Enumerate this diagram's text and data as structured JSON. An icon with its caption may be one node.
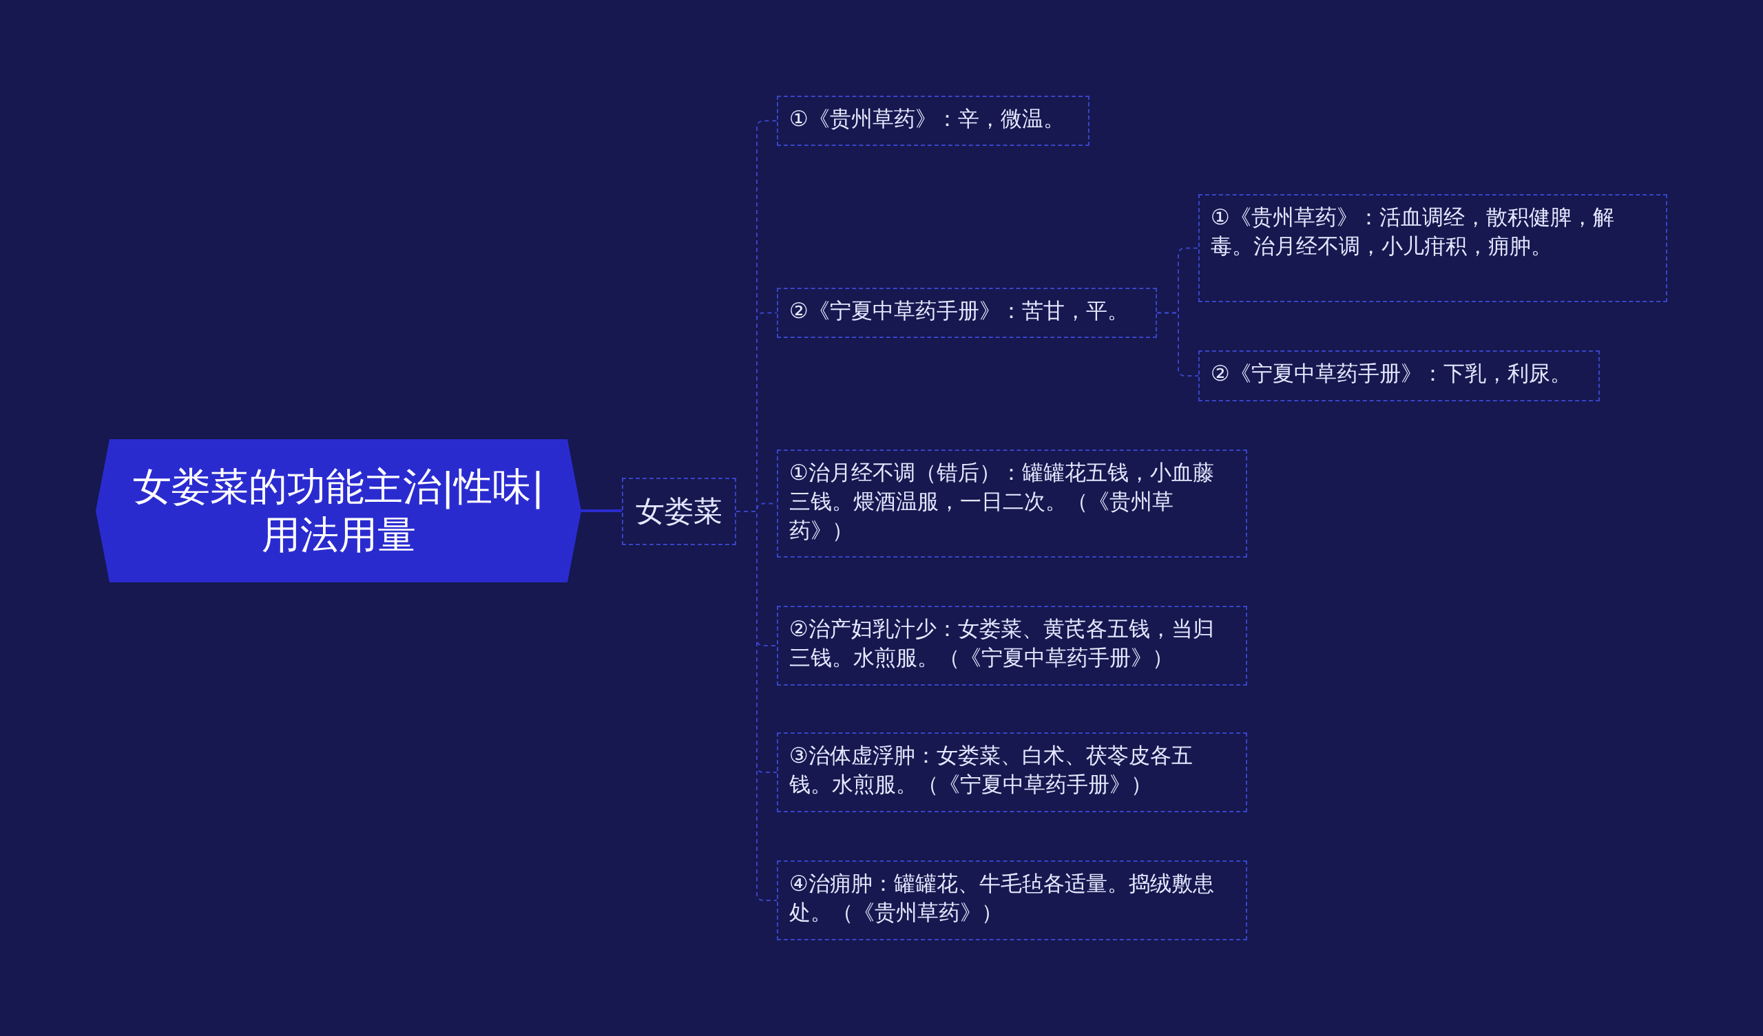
{
  "diagram": {
    "nodes": [
      {
        "text": [
          "女娄菜的功能主治|性味|用法用量"
        ]
      },
      {
        "text": [
          "女娄菜"
        ]
      },
      {
        "text": [
          "①《贵州草药》：辛，微温。"
        ]
      },
      {
        "text": [
          "②《宁夏中草药手册》：苦甘，平。"
        ]
      },
      {
        "text": [
          "①《贵州草药》：活血调经，散积健脾，解毒。治月经不调，小儿疳积，痈肿。"
        ]
      },
      {
        "text": [
          "②《宁夏中草药手册》：下乳，利尿。"
        ]
      },
      {
        "text": [
          "①治月经不调（错后）：罐罐花五钱，小血藤三钱。煨酒温服，一日二次。（《贵州草药》）"
        ]
      },
      {
        "text": [
          "②治产妇乳汁少：女娄菜、黄芪各五钱，当归三钱。水煎服。（《宁夏中草药手册》）"
        ]
      },
      {
        "text": [
          "③治体虚浮肿：女娄菜、白术、茯苓皮各五钱。水煎服。（《宁夏中草药手册》）"
        ]
      },
      {
        "text": [
          "④治痈肿：罐罐花、牛毛毡各适量。捣绒敷患处。（《贵州草药》）"
        ]
      }
    ],
    "edges": [
      {
        "from": 0,
        "to": 1,
        "arrow": "none",
        "color": "#2a2bcf"
      },
      {
        "from": 1,
        "to": 2,
        "arrow": "none",
        "style": "dashed"
      },
      {
        "from": 1,
        "to": 3,
        "arrow": "none",
        "style": "dashed"
      },
      {
        "from": 3,
        "to": 4,
        "arrow": "none",
        "style": "dashed"
      },
      {
        "from": 3,
        "to": 5,
        "arrow": "none",
        "style": "dashed"
      },
      {
        "from": 1,
        "to": 6,
        "arrow": "none",
        "style": "dashed"
      },
      {
        "from": 1,
        "to": 7,
        "arrow": "none",
        "style": "dashed"
      },
      {
        "from": 1,
        "to": 8,
        "arrow": "none",
        "style": "dashed"
      },
      {
        "from": 1,
        "to": 9,
        "arrow": "none",
        "style": "dashed"
      }
    ]
  }
}
